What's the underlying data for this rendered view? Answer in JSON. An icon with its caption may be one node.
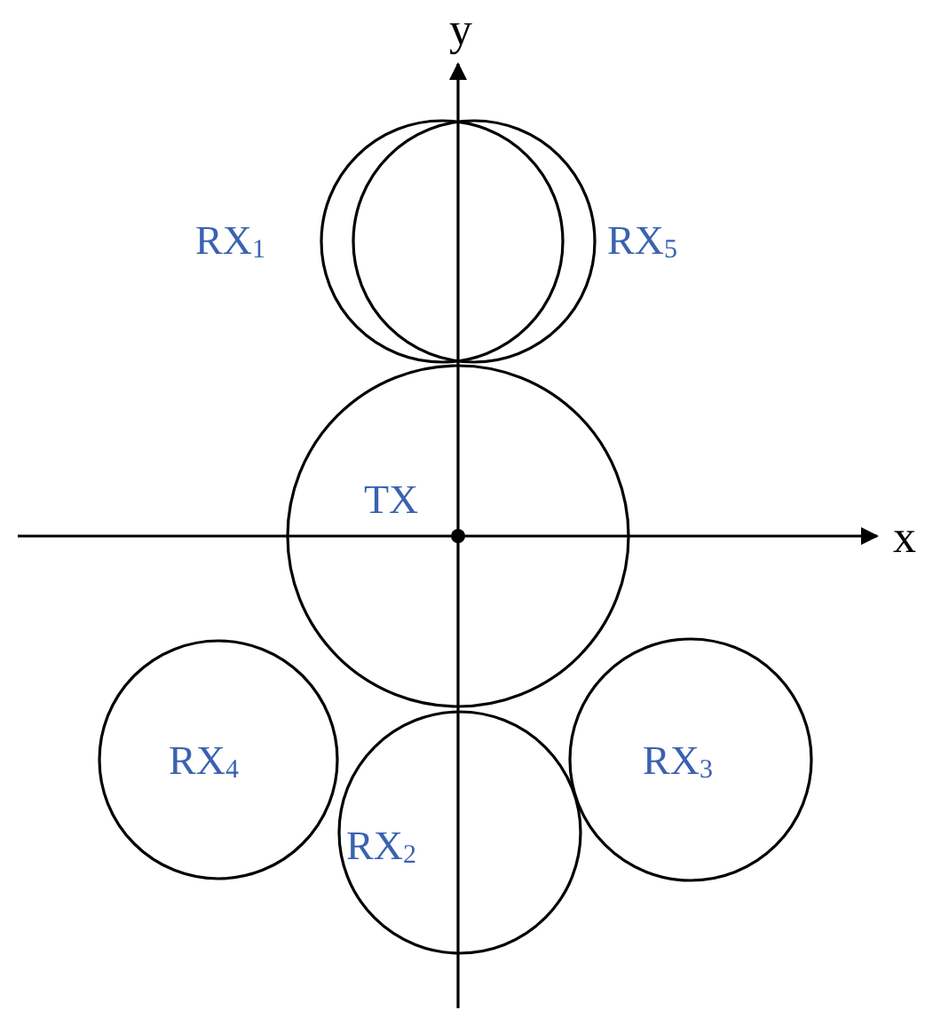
{
  "diagram": {
    "nodes": [
      {
        "text": [
          "RX$_{1}$"
        ]
      },
      {
        "text": [
          "RX$_{5}$"
        ]
      },
      {
        "text": [
          "TX"
        ]
      },
      {
        "text": [
          "RX$_{4}$"
        ]
      },
      {
        "text": [
          "RX$_{3}$"
        ]
      },
      {
        "text": [
          "RX$_{2}$"
        ]
      }
    ],
    "labels": [
      "y",
      "x"
    ]
  }
}
